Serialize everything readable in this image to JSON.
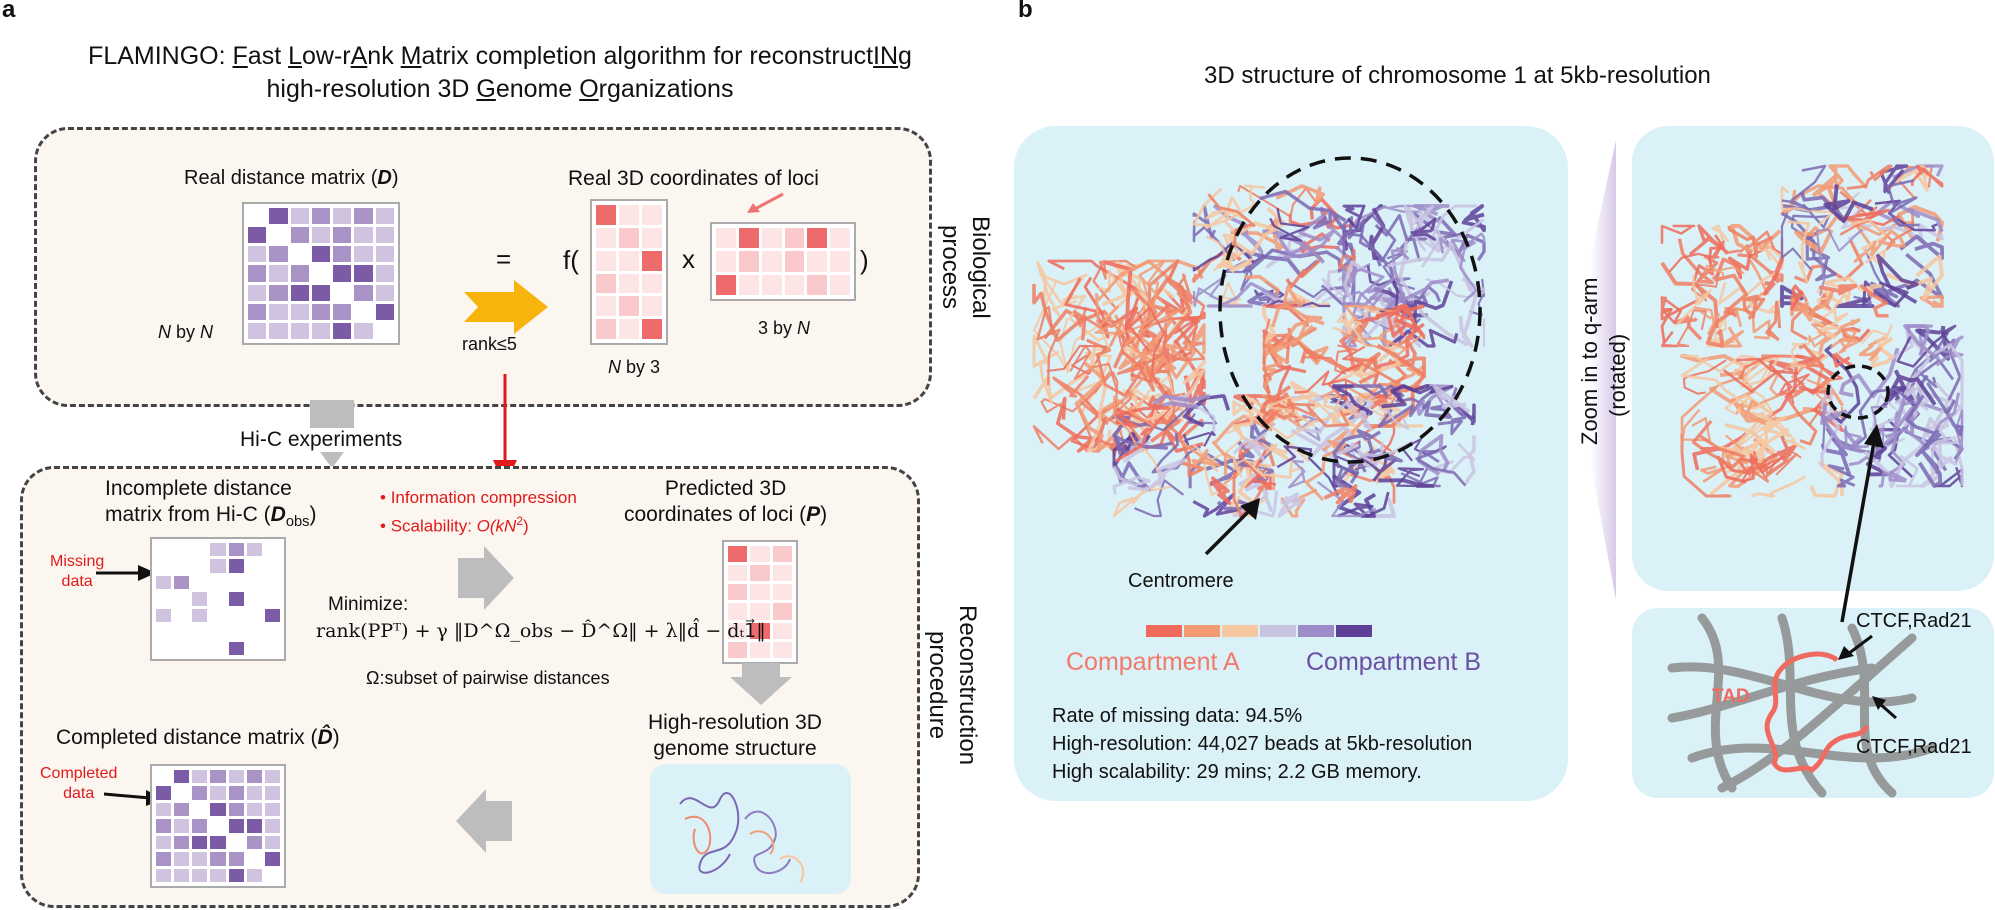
{
  "panel_a": {
    "letter": "a",
    "title_line1_parts": [
      "FLAMINGO: ",
      "F",
      "ast ",
      "L",
      "ow-r",
      "A",
      "nk ",
      "M",
      "atrix completion algorithm for reconstruct",
      "IN",
      "g"
    ],
    "title_line2_parts": [
      "high-resolution 3D ",
      "G",
      "enome ",
      "O",
      "rganizations"
    ],
    "real_distance_matrix": "Real distance matrix (",
    "D": "D",
    "close_paren": ")",
    "n_by_n_1": "N",
    "n_by_n_2": " by ",
    "n_by_n_3": "N",
    "equals": "=",
    "rank_label": "rank≤5",
    "f_open": "f(",
    "x_sign": "x",
    "f_close": ")",
    "real_3d_coords": "Real 3D coordinates of loci",
    "n_by_3_1": "N",
    "n_by_3_2": " by 3",
    "three_by_n_1": "3 by ",
    "three_by_n_2": "N",
    "biological_process": "Biological\nprocess",
    "hic_experiments": "Hi-C experiments",
    "incomplete_1": "Incomplete distance",
    "incomplete_2": "matrix from Hi-C (",
    "D_obs": "D",
    "obs": "obs",
    "missing_data": "Missing\ndata",
    "info_compression": "Information compression",
    "scalability_prefix": "Scalability: ",
    "scalability_math": "O(kN",
    "scalability_sup": "2",
    "scalability_end": ")",
    "predicted_1": "Predicted 3D",
    "predicted_2": "coordinates of loci (",
    "P": "P",
    "minimize": "Minimize:",
    "formula": "rank(PPᵀ) + γ ‖D^Ω_obs − D̂^Ω‖ + λ‖d̂ − dₜ1⃗‖",
    "omega_subset": "Ω:subset of pairwise distances",
    "high_res_1": "High-resolution 3D",
    "high_res_2": "genome structure",
    "completed_matrix": "Completed distance matrix (",
    "D_hat": "D̂",
    "completed_data": "Completed\ndata",
    "reconstruction_procedure": "Reconstruction\nprocedure"
  },
  "panel_b": {
    "letter": "b",
    "title": "3D structure of chromosome 1 at 5kb-resolution",
    "centromere": "Centromere",
    "compartment_a": "Compartment A",
    "compartment_b": "Compartment B",
    "stats": [
      "Rate of missing data: 94.5%",
      "High-resolution: 44,027 beads at 5kb-resolution",
      "High scalability: 29 mins; 2.2 GB memory."
    ],
    "zoom_label": "Zoom in to q-arm\n(rotated)",
    "tad": "TAD",
    "ctcf_top": "CTCF,Rad21",
    "ctcf_bottom": "CTCF,Rad21"
  },
  "colors": {
    "purple_dark": "#7b5aa6",
    "purple_mid": "#a993c6",
    "purple_light": "#cfc3e0",
    "salmon_dark": "#ee6b6b",
    "salmon_light": "#f9c9cb",
    "salmon_pale": "#fde4e5",
    "compartment_a": "#f27a6a",
    "compartment_b": "#6a4fa3",
    "arrow_red": "#e01a1a",
    "yellow_arrow": "#f7b40d",
    "cyan_panel": "#d9f1f7"
  },
  "colorbar": [
    "#ee6a5a",
    "#f29a73",
    "#f6c7a0",
    "#c9c3e2",
    "#9d8cc8",
    "#5e3f98"
  ]
}
